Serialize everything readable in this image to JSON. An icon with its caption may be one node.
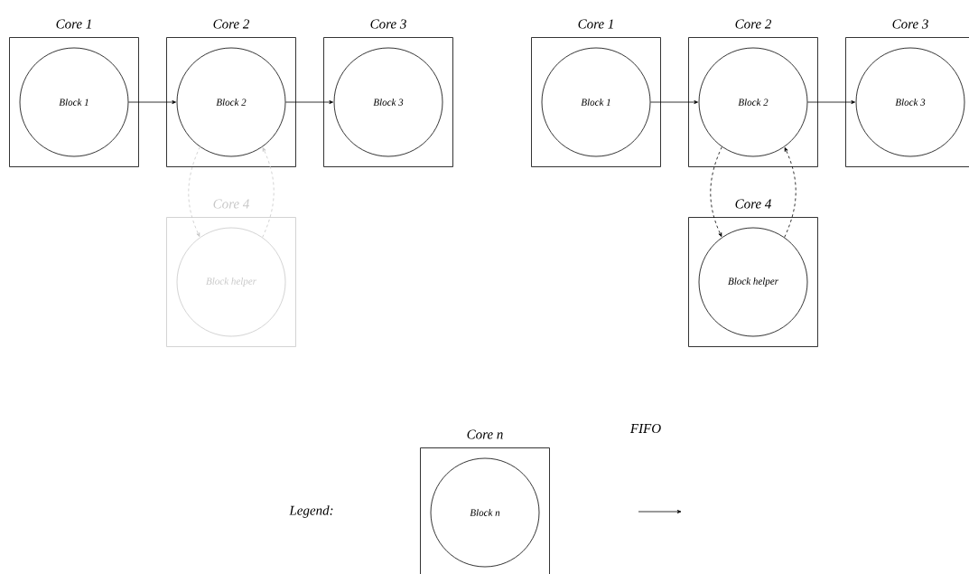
{
  "diagram": {
    "nodes": [
      {
        "text": [
          "Core 1"
        ]
      },
      {
        "text": [
          "Block 1"
        ],
        "in": 0
      },
      {
        "text": [
          "Core 2"
        ]
      },
      {
        "text": [
          "Block 2"
        ],
        "in": 2
      },
      {
        "text": [
          "Core 3"
        ]
      },
      {
        "text": [
          "Block 3"
        ],
        "in": 4
      },
      {
        "text": [
          "Core 4"
        ]
      },
      {
        "text": [
          "Block helper"
        ],
        "in": 6
      },
      {
        "text": [
          "Core 1"
        ]
      },
      {
        "text": [
          "Block 1"
        ],
        "in": 8
      },
      {
        "text": [
          "Core 2"
        ]
      },
      {
        "text": [
          "Block 2"
        ],
        "in": 10
      },
      {
        "text": [
          "Core 3"
        ]
      },
      {
        "text": [
          "Block 3"
        ],
        "in": 12
      },
      {
        "text": [
          "Core 4"
        ]
      },
      {
        "text": [
          "Block helper"
        ],
        "in": 14
      },
      {
        "text": [
          "Core n"
        ]
      },
      {
        "text": [
          "Block n"
        ],
        "in": 16
      }
    ],
    "edges": [
      {
        "from": 1,
        "to": 3,
        "arrow": "to"
      },
      {
        "from": 3,
        "to": 5,
        "arrow": "to"
      },
      {
        "from": 3,
        "to": 7,
        "arrow": "to",
        "style": "dashed",
        "color": "#c8c8c8"
      },
      {
        "from": 7,
        "to": 3,
        "arrow": "to",
        "style": "dashed",
        "color": "#c8c8c8"
      },
      {
        "from": 9,
        "to": 11,
        "arrow": "to"
      },
      {
        "from": 11,
        "to": 13,
        "arrow": "to"
      },
      {
        "from": 11,
        "to": 15,
        "arrow": "to",
        "style": "dashed"
      },
      {
        "from": 15,
        "to": 11,
        "arrow": "to",
        "style": "dashed"
      }
    ],
    "labels": [
      "Legend:"
    ],
    "legend": [
      {
        "text": "FIFO"
      }
    ]
  }
}
